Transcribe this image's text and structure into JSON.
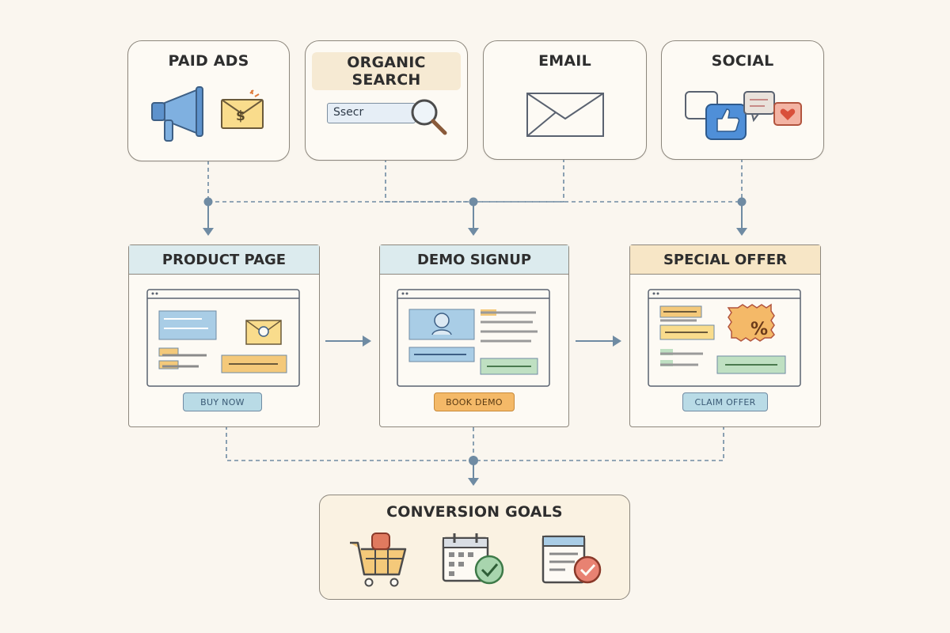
{
  "sources": {
    "paid_ads": "PAID ADS",
    "organic_search": "ORGANIC SEARCH",
    "search_box_text": "Ssecr",
    "email": "EMAIL",
    "social": "SOCIAL",
    "dollar_sign": "$"
  },
  "pages": {
    "product_page": {
      "title": "PRODUCT PAGE",
      "cta": "BUY NOW"
    },
    "demo_signup": {
      "title": "DEMO SIGNUP",
      "cta": "BOOK DEMO"
    },
    "special_offer": {
      "title": "SPECIAL OFFER",
      "cta": "CLAIM OFFER",
      "percent": "%"
    }
  },
  "goals": {
    "title": "CONVERSION GOALS"
  },
  "colors": {
    "line": "#6f8ba3",
    "blue_header": "#dcebee",
    "orange_header": "#f7e6c6",
    "blue_block": "#a9cde6",
    "yellow_block": "#f4c97a",
    "green_block": "#bfe0c2",
    "orange_cta": "#f4b968",
    "blue_cta": "#b9dbe6"
  },
  "icons": [
    "megaphone-icon",
    "envelope-dollar-icon",
    "magnifier-icon",
    "envelope-icon",
    "thumbs-up-icon",
    "chat-heart-icon",
    "cart-icon",
    "calendar-check-icon",
    "form-check-icon"
  ]
}
